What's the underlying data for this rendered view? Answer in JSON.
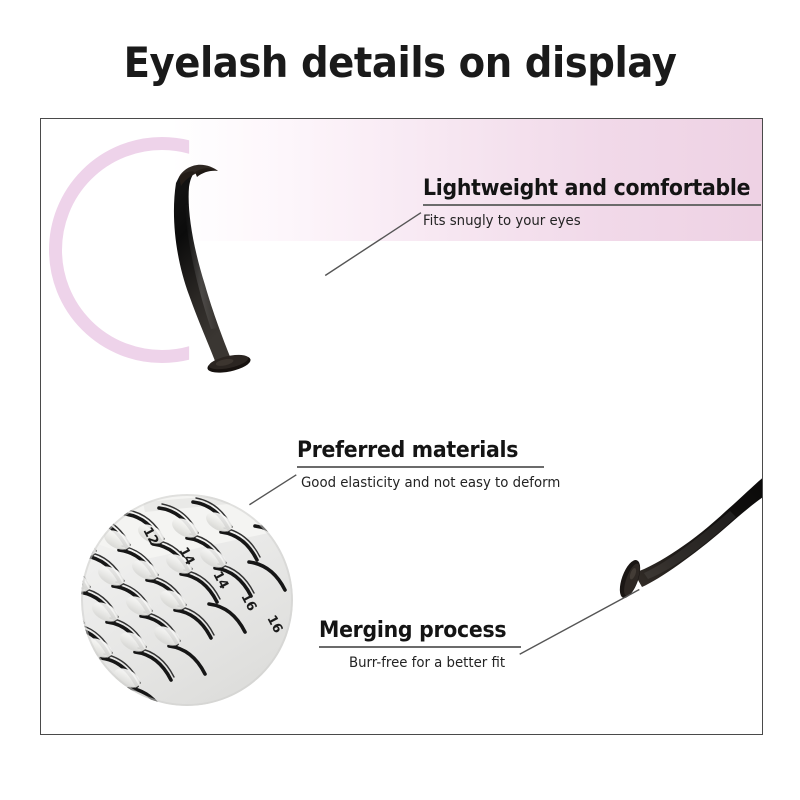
{
  "page": {
    "title": "Eyelash details on display",
    "background_color": "#ffffff",
    "frame_border_color": "#4a4a4a"
  },
  "theme": {
    "pink_accent": "#eed3ea",
    "pink_band_right": "#eed2e4",
    "heading_color": "#141414",
    "rule_color": "#6b6b6b",
    "lash_black": "#111111"
  },
  "features": [
    {
      "id": "lightweight",
      "heading": "Lightweight and comfortable",
      "subtitle": "Fits snugly to your eyes"
    },
    {
      "id": "materials",
      "heading": "Preferred materials",
      "subtitle": "Good elasticity and not easy to deform"
    },
    {
      "id": "merging",
      "heading": "Merging process",
      "subtitle": "Burr-free for a better fit"
    }
  ],
  "imagery": {
    "hero_lash": "single-eyelash-closeup",
    "pink_arc": "pink-crescent-arc",
    "right_lash": "eyelash-base-closeup",
    "lash_tray": {
      "name": "lash-tray-circular-photo",
      "size_labels": [
        "12",
        "14",
        "14",
        "16",
        "16"
      ]
    }
  }
}
